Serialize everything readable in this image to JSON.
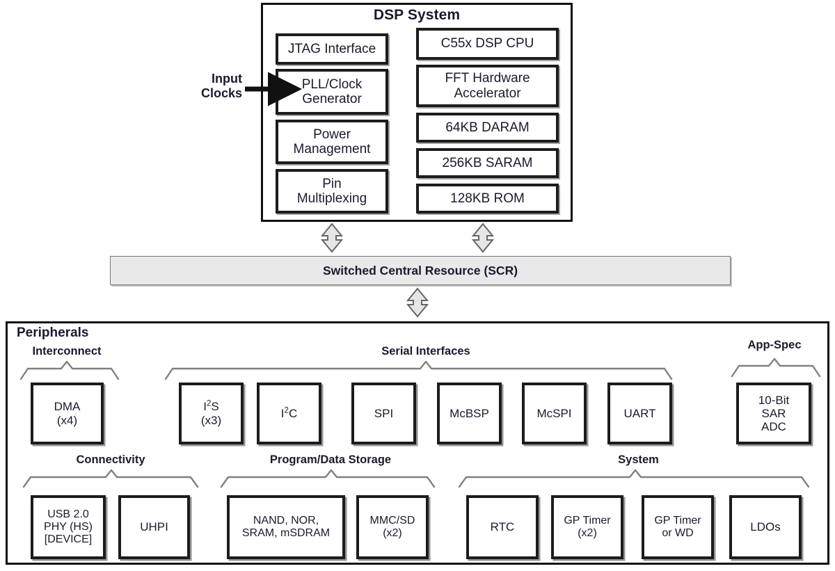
{
  "diagram": {
    "title": "DSP System",
    "io_label": "Input\nClocks",
    "io_label_line1": "Input",
    "io_label_line2": "Clocks"
  },
  "dsp_system": {
    "title": "DSP System",
    "left_column": [
      {
        "label": "JTAG Interface"
      },
      {
        "label": "PLL/Clock\nGenerator",
        "line1": "PLL/Clock",
        "line2": "Generator"
      },
      {
        "label": "Power\nManagement",
        "line1": "Power",
        "line2": "Management"
      },
      {
        "label": "Pin\nMultiplexing",
        "line1": "Pin",
        "line2": "Multiplexing"
      }
    ],
    "right_column": [
      {
        "label": "C55x DSP CPU"
      },
      {
        "label": "FFT Hardware\nAccelerator",
        "line1": "FFT Hardware",
        "line2": "Accelerator"
      },
      {
        "label": "64KB DARAM"
      },
      {
        "label": "256KB SARAM"
      },
      {
        "label": "128KB ROM"
      }
    ]
  },
  "scr": {
    "label": "Switched Central Resource (SCR)",
    "fill_color": "#e9e9e9",
    "border_color": "#777777"
  },
  "arrows": {
    "fill_color": "#e6e6e6",
    "stroke_color": "#666666",
    "count": 3,
    "kind": "bidirectional-vertical"
  },
  "peripherals": {
    "title": "Peripherals",
    "groups": [
      {
        "name": "Interconnect",
        "blocks": [
          {
            "line1": "DMA",
            "line2": "(x4)"
          }
        ]
      },
      {
        "name": "Serial Interfaces",
        "blocks": [
          {
            "line1": "I2S",
            "line2": "(x3)",
            "superscript": true
          },
          {
            "line1": "I2C",
            "line2": "",
            "superscript": true
          },
          {
            "line1": "SPI",
            "line2": ""
          },
          {
            "line1": "McBSP",
            "line2": ""
          },
          {
            "line1": "McSPI",
            "line2": ""
          },
          {
            "line1": "UART",
            "line2": ""
          }
        ]
      },
      {
        "name": "App-Spec",
        "blocks": [
          {
            "line1": "10-Bit",
            "line2": "SAR",
            "line3": "ADC"
          }
        ]
      },
      {
        "name": "Connectivity",
        "blocks": [
          {
            "line1": "USB 2.0",
            "line2": "PHY (HS)",
            "line3": "[DEVICE]"
          },
          {
            "line1": "UHPI",
            "line2": ""
          }
        ]
      },
      {
        "name": "Program/Data Storage",
        "blocks": [
          {
            "line1": "NAND, NOR,",
            "line2": "SRAM, mSDRAM"
          },
          {
            "line1": "MMC/SD",
            "line2": "(x2)"
          }
        ]
      },
      {
        "name": "System",
        "blocks": [
          {
            "line1": "RTC",
            "line2": ""
          },
          {
            "line1": "GP Timer",
            "line2": "(x2)"
          },
          {
            "line1": "GP Timer",
            "line2": "or WD"
          },
          {
            "line1": "LDOs",
            "line2": ""
          }
        ]
      }
    ]
  }
}
